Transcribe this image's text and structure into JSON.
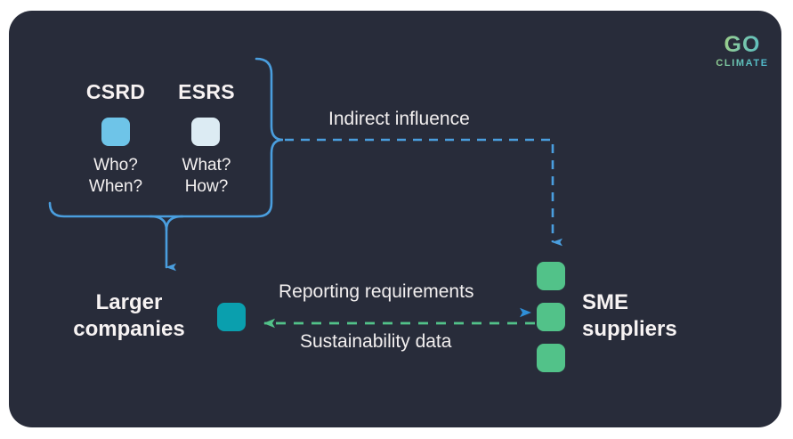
{
  "card": {
    "background_color": "#282c3a"
  },
  "logo": {
    "name": "go-climate-logo",
    "line1": "GO",
    "line2": "CLIMATE",
    "gradient_start": "#b9d46a",
    "gradient_end": "#46b8cf"
  },
  "regulations": [
    {
      "id": "csrd",
      "title": "CSRD",
      "questions": "Who?\nWhen?",
      "question_line1": "Who?",
      "question_line2": "When?",
      "chip_color": "#6ec4e8"
    },
    {
      "id": "esrs",
      "title": "ESRS",
      "questions": "What?\nHow?",
      "question_line1": "What?",
      "question_line2": "How?",
      "chip_color": "#dcebf3"
    }
  ],
  "entities": {
    "larger_companies": {
      "label_line1": "Larger",
      "label_line2": "companies",
      "chip_color": "#0a9fae",
      "chip_count": 1
    },
    "sme_suppliers": {
      "label_line1": "SME",
      "label_line2": "suppliers",
      "chip_color": "#52c289",
      "chip_count": 3
    }
  },
  "flows": [
    {
      "id": "indirect-influence",
      "label": "Indirect influence",
      "style": "dashed",
      "color": "#4a9ede",
      "from": "regulations-brace",
      "to": "sme_suppliers",
      "direction": "right-then-down"
    },
    {
      "id": "reporting-requirements",
      "label": "Reporting requirements",
      "style": "solid",
      "color_start": "#0a9fae",
      "color_end": "#2f8fd8",
      "from": "larger_companies",
      "to": "sme_suppliers",
      "direction": "right"
    },
    {
      "id": "sustainability-data",
      "label": "Sustainability data",
      "style": "dashed",
      "color": "#52c289",
      "from": "sme_suppliers",
      "to": "larger_companies",
      "direction": "left"
    },
    {
      "id": "regulations-to-larger-companies",
      "label": "",
      "style": "solid",
      "color": "#4a9ede",
      "from": "regulations-brace",
      "to": "larger_companies",
      "direction": "down"
    }
  ],
  "brace": {
    "color": "#4a9ede",
    "name": "regulations-brace"
  }
}
